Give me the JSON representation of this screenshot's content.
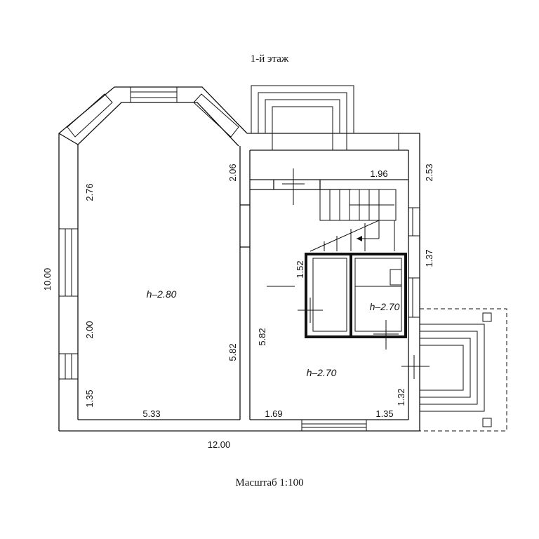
{
  "title": "1-й этаж",
  "scale": "Масштаб 1:100",
  "dimensions": {
    "total_width": "12.00",
    "total_height": "10.00",
    "left_upper": "2.76",
    "left_middle": "2.00",
    "left_lower": "1.35",
    "bottom_left": "5.33",
    "room1_right": "5.82",
    "partition_top": "2.06",
    "hall_width": "1.96",
    "right_upper": "2.53",
    "right_middle": "1.37",
    "bath_height": "1.52",
    "hall_left": "5.82",
    "right_lower": "1.32",
    "bottom_mid": "1.69",
    "bottom_right": "1.35"
  },
  "rooms": {
    "living": "h–2.80",
    "bath": "h–2.70",
    "hall": "h–2.70"
  }
}
